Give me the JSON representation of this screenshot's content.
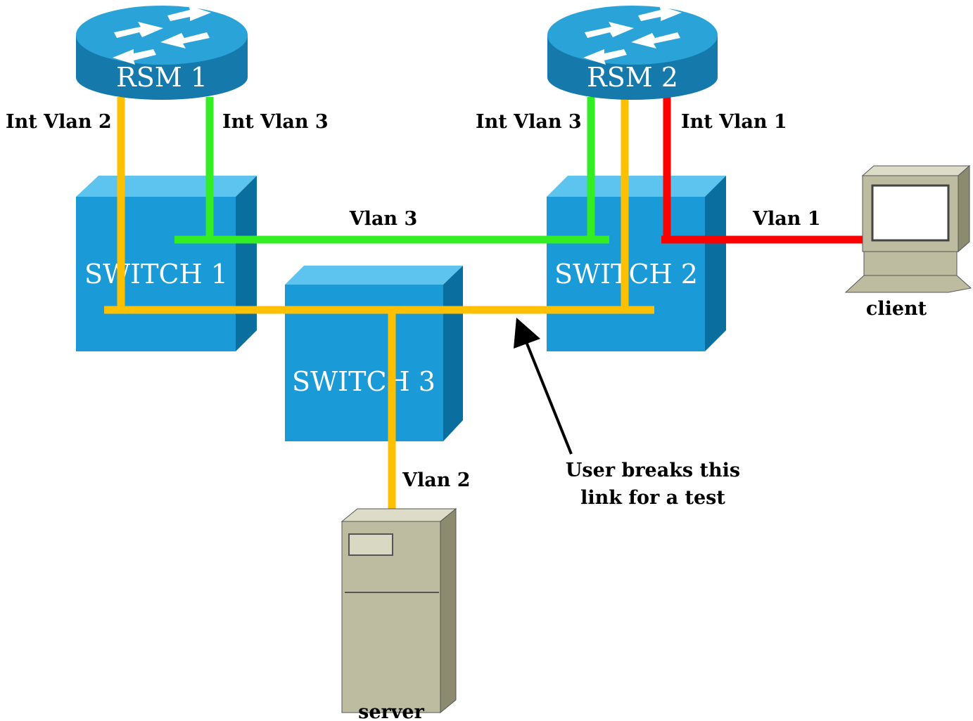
{
  "colors": {
    "vlan1": "#ff0000",
    "vlan2": "#ffc000",
    "vlan3": "#33ee22",
    "switch_front": "#1a9ad6",
    "switch_side": "#0a6f9e",
    "switch_top": "#5cc4ef",
    "router": "#1a8fc4",
    "computer": "#bdbca0"
  },
  "routers": {
    "rsm1": {
      "label": "RSM 1",
      "icon": "router-icon"
    },
    "rsm2": {
      "label": "RSM 2",
      "icon": "router-icon"
    }
  },
  "switches": {
    "switch1": {
      "label": "SWITCH 1",
      "icon": "switch-icon"
    },
    "switch2": {
      "label": "SWITCH 2",
      "icon": "switch-icon"
    },
    "switch3": {
      "label": "SWITCH 3",
      "icon": "switch-icon"
    }
  },
  "hosts": {
    "client": {
      "label": "client",
      "icon": "workstation-icon"
    },
    "server": {
      "label": "server",
      "icon": "server-icon"
    }
  },
  "link_labels": {
    "rsm1_int_vlan2": "Int Vlan 2",
    "rsm1_int_vlan3": "Int Vlan 3",
    "rsm2_int_vlan3": "Int Vlan 3",
    "rsm2_int_vlan1": "Int Vlan 1",
    "vlan3": "Vlan 3",
    "vlan1": "Vlan 1",
    "vlan2": "Vlan 2"
  },
  "annotation": {
    "line1": "User breaks this",
    "line2": "link for a test"
  }
}
